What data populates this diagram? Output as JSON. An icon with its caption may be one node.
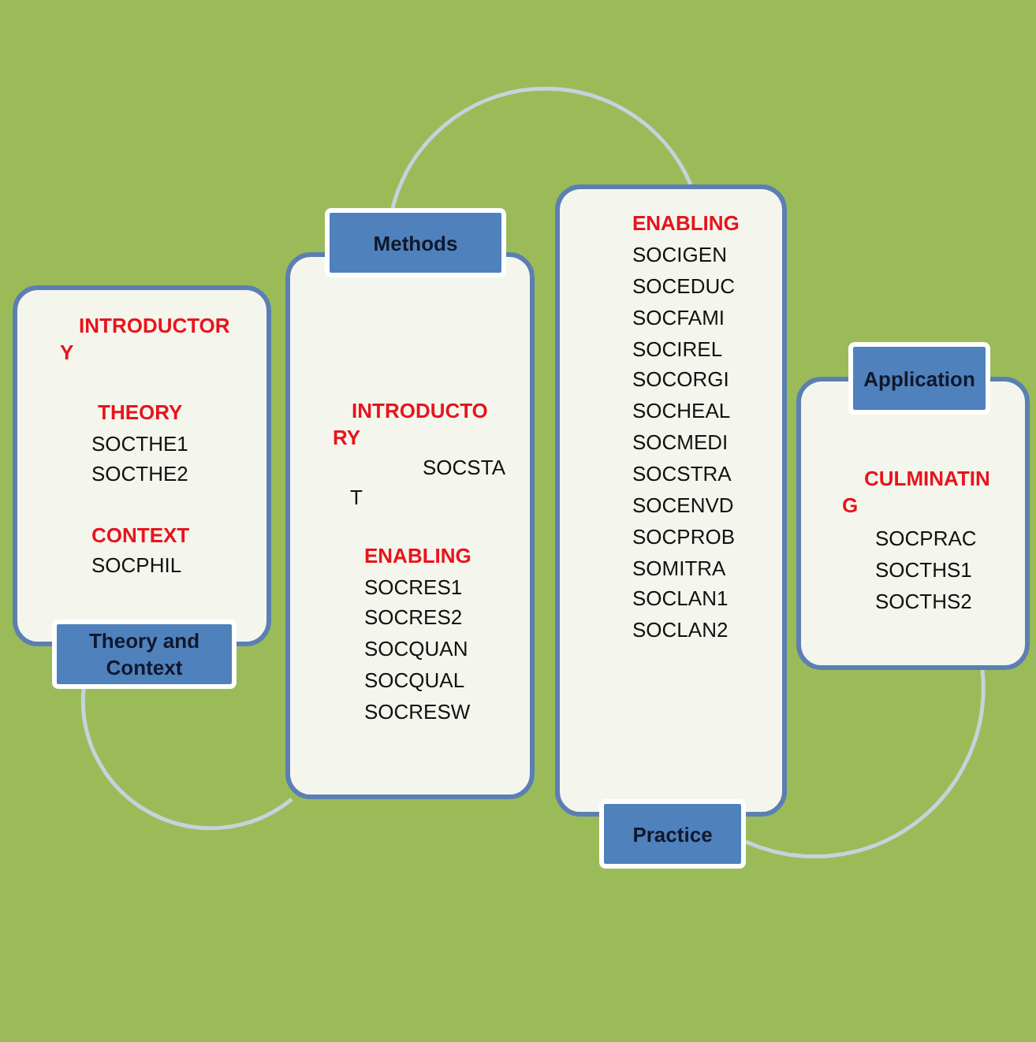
{
  "diagram": {
    "nodes": [
      {
        "text": [
          "INTRODUCTORY",
          "THEORY",
          "SOCTHE1",
          "SOCTHE2",
          "CONTEXT",
          "SOCPHIL"
        ]
      },
      {
        "text": [
          "Theory and Context"
        ]
      },
      {
        "text": [
          "Methods"
        ]
      },
      {
        "text": [
          "INTRODUCTORY",
          "SOCSTAT",
          "ENABLING",
          "SOCRES1",
          "SOCRES2",
          "SOCQUAN",
          "SOCQUAL",
          "SOCRESW"
        ]
      },
      {
        "text": [
          "ENABLING",
          "SOCIGEN",
          "SOCEDUC",
          "SOCFAMI",
          "SOCIREL",
          "SOCORGI",
          "SOCHEAL",
          "SOCMEDI",
          "SOCSTRA",
          "SOCENVD",
          "SOCPROB",
          "SOMITRA",
          "SOCLAN1",
          "SOCLAN2"
        ]
      },
      {
        "text": [
          "Practice"
        ]
      },
      {
        "text": [
          "Application"
        ]
      },
      {
        "text": [
          "CULMINATING",
          "SOCPRAC",
          "SOCTHS1",
          "SOCTHS2"
        ]
      }
    ],
    "edges": [
      {
        "from": 1,
        "to": 3,
        "arrow": "none"
      },
      {
        "from": 2,
        "to": 4,
        "arrow": "none"
      },
      {
        "from": 5,
        "to": 7,
        "arrow": "none"
      }
    ]
  }
}
